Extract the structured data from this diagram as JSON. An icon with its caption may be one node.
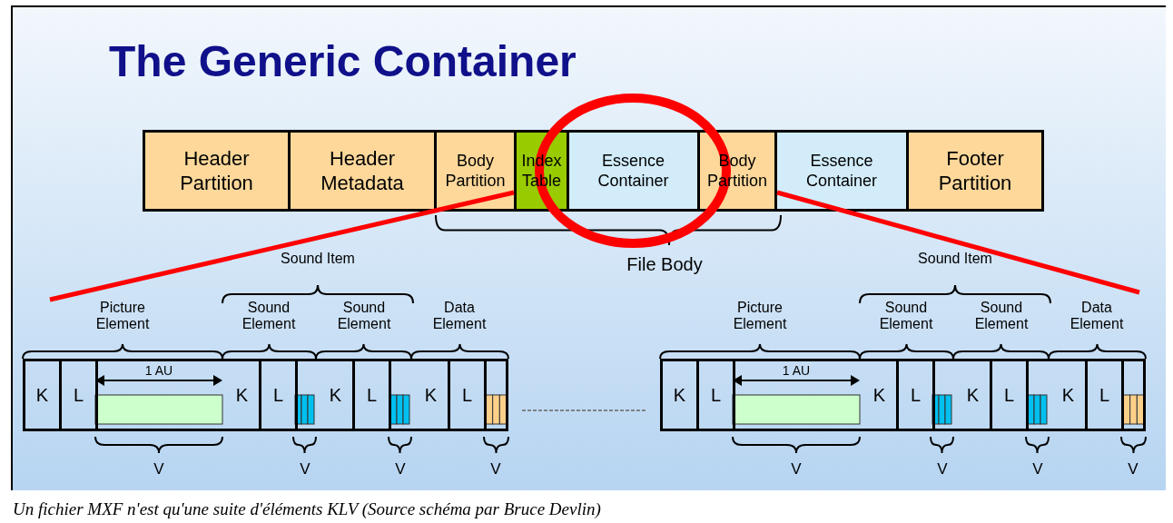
{
  "diagram": {
    "title": "The Generic Container",
    "caption": "Un fichier MXF n'est qu'une suite d'éléments KLV (Source schéma par Bruce Devlin)",
    "nodes": [
      {
        "text": [
          "Header Partition"
        ]
      },
      {
        "text": [
          "Header Metadata"
        ]
      },
      {
        "text": [
          "Body Partition"
        ]
      },
      {
        "text": [
          "Index Table"
        ]
      },
      {
        "text": [
          "Essence Container"
        ]
      },
      {
        "text": [
          "Body Partition"
        ]
      },
      {
        "text": [
          "Essence Container"
        ]
      },
      {
        "text": [
          "Footer Partition"
        ]
      },
      {
        "text": [],
        "shape": "box"
      },
      {
        "text": [
          "K"
        ],
        "in": 8
      },
      {
        "text": [
          "L"
        ],
        "in": 8
      },
      {
        "text": [
          "K"
        ],
        "in": 8
      },
      {
        "text": [
          "L"
        ],
        "in": 8
      },
      {
        "text": [
          "K"
        ],
        "in": 8
      },
      {
        "text": [
          "L"
        ],
        "in": 8
      },
      {
        "text": [
          "K"
        ],
        "in": 8
      },
      {
        "text": [
          "L"
        ],
        "in": 8
      },
      {
        "text": [],
        "shape": "box"
      },
      {
        "text": [
          "K"
        ],
        "in": 17
      },
      {
        "text": [
          "L"
        ],
        "in": 17
      },
      {
        "text": [
          "K"
        ],
        "in": 17
      },
      {
        "text": [
          "L"
        ],
        "in": 17
      },
      {
        "text": [
          "K"
        ],
        "in": 17
      },
      {
        "text": [
          "L"
        ],
        "in": 17
      },
      {
        "text": [
          "K"
        ],
        "in": 17
      },
      {
        "text": [
          "L"
        ],
        "in": 17
      }
    ],
    "edges": [
      {
        "from": 3,
        "to": null,
        "arrow": "none",
        "color": "#ff0000"
      },
      {
        "from": 5,
        "to": null,
        "arrow": "none",
        "color": "#ff0000"
      }
    ],
    "labels": [
      "File Body",
      "Sound Item",
      "Sound Item",
      "Picture Element",
      "Sound Element",
      "Sound Element",
      "Data Element",
      "Picture Element",
      "Sound Element",
      "Sound Element",
      "Data Element",
      "1 AU",
      "1 AU",
      "V",
      "V",
      "V",
      "V",
      "V",
      "V",
      "V",
      "V"
    ]
  }
}
